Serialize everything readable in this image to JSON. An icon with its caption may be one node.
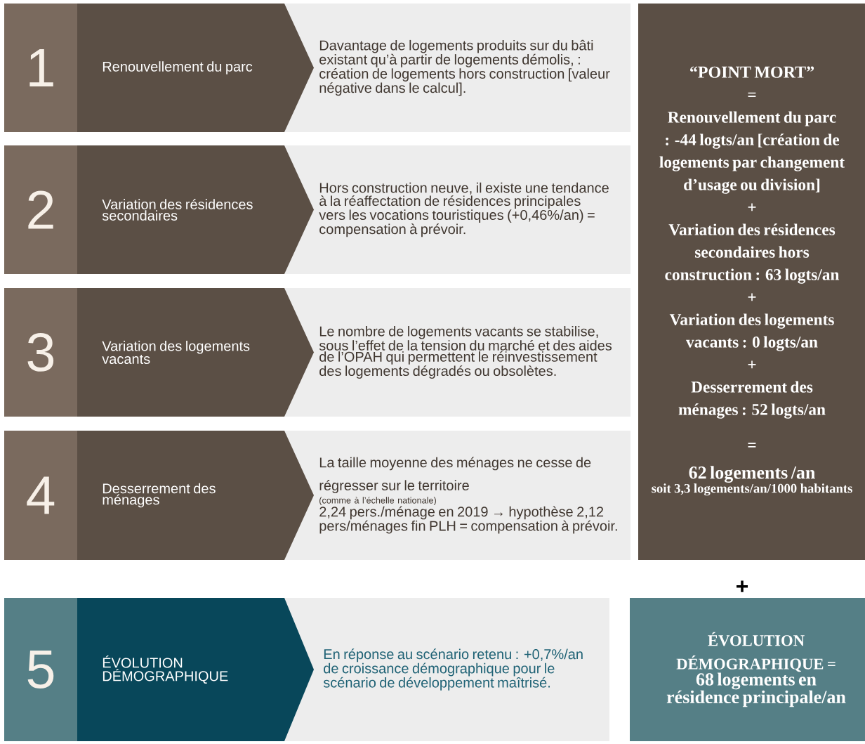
{
  "diagram": {
    "nodes": [
      {
        "text": [
          "1"
        ]
      },
      {
        "text": [
          "Renouvellement du parc"
        ]
      },
      {
        "text": [
          "Davantage de logements produits sur du bâti existant qu’à partir de logements démolis, : création de logements hors construction [valeur négative dans le calcul]."
        ]
      },
      {
        "text": [
          "2"
        ]
      },
      {
        "text": [
          "Variation des résidences secondaires"
        ]
      },
      {
        "text": [
          "Hors construction neuve, il existe une tendance à la réaffectation de résidences principales vers les vocations touristiques (+0,46%/an) = compensation à prévoir."
        ]
      },
      {
        "text": [
          "3"
        ]
      },
      {
        "text": [
          "Variation des logements vacants"
        ]
      },
      {
        "text": [
          "Le nombre de logements vacants se stabilise,  sous l’effet de la tension du marché et des aides de l’OPAH qui permettent le réinvestissement des logements dégradés ou obsolètes."
        ]
      },
      {
        "text": [
          "4"
        ]
      },
      {
        "text": [
          "Desserrement des ménages"
        ]
      },
      {
        "text": [
          "La taille moyenne des ménages ne cesse de régresser sur le territoire",
          "(comme à l’échelle nationale)",
          "2,24 pers./ménage en 2019 → hypothèse 2,12 pers/ménages fin PLH = compensation à prévoir."
        ]
      },
      {
        "text": [
          "5"
        ]
      },
      {
        "text": [
          "ÉVOLUTION DÉMOGRAPHIQUE"
        ]
      },
      {
        "text": [
          "En réponse au scénario retenu : +0,7%/an de croissance démographique pour le scénario de développement maîtrisé."
        ]
      },
      {
        "text": [
          "“POINT MORT”",
          "=",
          "Renouvellement du parc : -44 logts/an [création de logements par changement d’usage ou division]",
          "+",
          "Variation des résidences secondaires hors construction : 63 logts/an",
          "+",
          "Variation des logements vacants : 0 logts/an",
          "+",
          "Desserrement des ménages : 52 logts/an",
          "=",
          "62 logements /an",
          "soit 3,3 logements/an/1000 habitants"
        ]
      },
      {
        "text": [
          "ÉVOLUTION DÉMOGRAPHIQUE =",
          "68 logements en résidence principale/an"
        ]
      }
    ],
    "labels": [
      "+"
    ]
  }
}
